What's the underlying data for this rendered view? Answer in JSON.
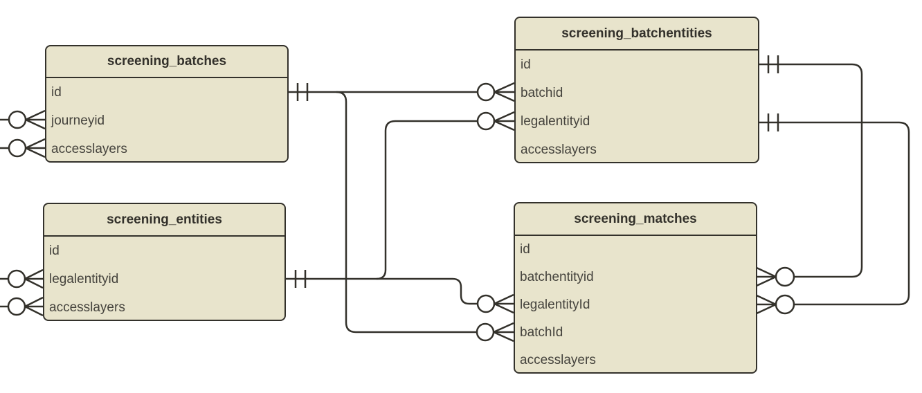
{
  "colors": {
    "table_fill": "#e8e4cc",
    "stroke": "#33312b",
    "header_text": "#33312b",
    "row_text": "#45433d",
    "background": "#ffffff",
    "marker_fill": "#ffffff"
  },
  "tables": [
    {
      "title": "screening_batches",
      "columns": [
        "id",
        "journeyid",
        "accesslayers"
      ]
    },
    {
      "title": "screening_batchentities",
      "columns": [
        "id",
        "batchid",
        "legalentityid",
        "accesslayers"
      ]
    },
    {
      "title": "screening_entities",
      "columns": [
        "id",
        "legalentityid",
        "accesslayers"
      ]
    },
    {
      "title": "screening_matches",
      "columns": [
        "id",
        "batchentityid",
        "legalentityId",
        "batchId",
        "accesslayers"
      ]
    }
  ],
  "relationships": [
    {
      "from_table": "screening_batches",
      "from_column": "id",
      "from_cardinality": "one-and-only-one",
      "to_table": "screening_batchentities",
      "to_column": "batchid",
      "to_cardinality": "zero-or-many"
    },
    {
      "from_table": "screening_batches",
      "from_column": "id",
      "from_cardinality": "one-and-only-one",
      "to_table": "screening_matches",
      "to_column": "batchId",
      "to_cardinality": "zero-or-many"
    },
    {
      "from_table": "screening_entities",
      "from_column": "legalentityid",
      "from_cardinality": "one-and-only-one",
      "to_table": "screening_batchentities",
      "to_column": "legalentityid",
      "to_cardinality": "zero-or-many"
    },
    {
      "from_table": "screening_entities",
      "from_column": "legalentityid",
      "from_cardinality": "one-and-only-one",
      "to_table": "screening_matches",
      "to_column": "legalentityId",
      "to_cardinality": "zero-or-many"
    },
    {
      "from_table": "screening_batchentities",
      "from_column": "id",
      "from_cardinality": "one-and-only-one",
      "to_table": "screening_matches",
      "to_column": "batchentityid",
      "to_cardinality": "zero-or-many"
    },
    {
      "from_table": "screening_batchentities",
      "from_column": "legalentityid",
      "from_cardinality": "one-and-only-one",
      "to_table": "screening_matches",
      "to_column": "legalentityId",
      "to_cardinality": "zero-or-many"
    }
  ],
  "offcanvas_links": [
    {
      "to_table": "screening_batches",
      "to_column": "journeyid",
      "to_cardinality": "zero-or-many"
    },
    {
      "to_table": "screening_batches",
      "to_column": "accesslayers",
      "to_cardinality": "zero-or-many"
    },
    {
      "to_table": "screening_entities",
      "to_column": "legalentityid",
      "to_cardinality": "zero-or-many"
    },
    {
      "to_table": "screening_entities",
      "to_column": "accesslayers",
      "to_cardinality": "zero-or-many"
    }
  ]
}
